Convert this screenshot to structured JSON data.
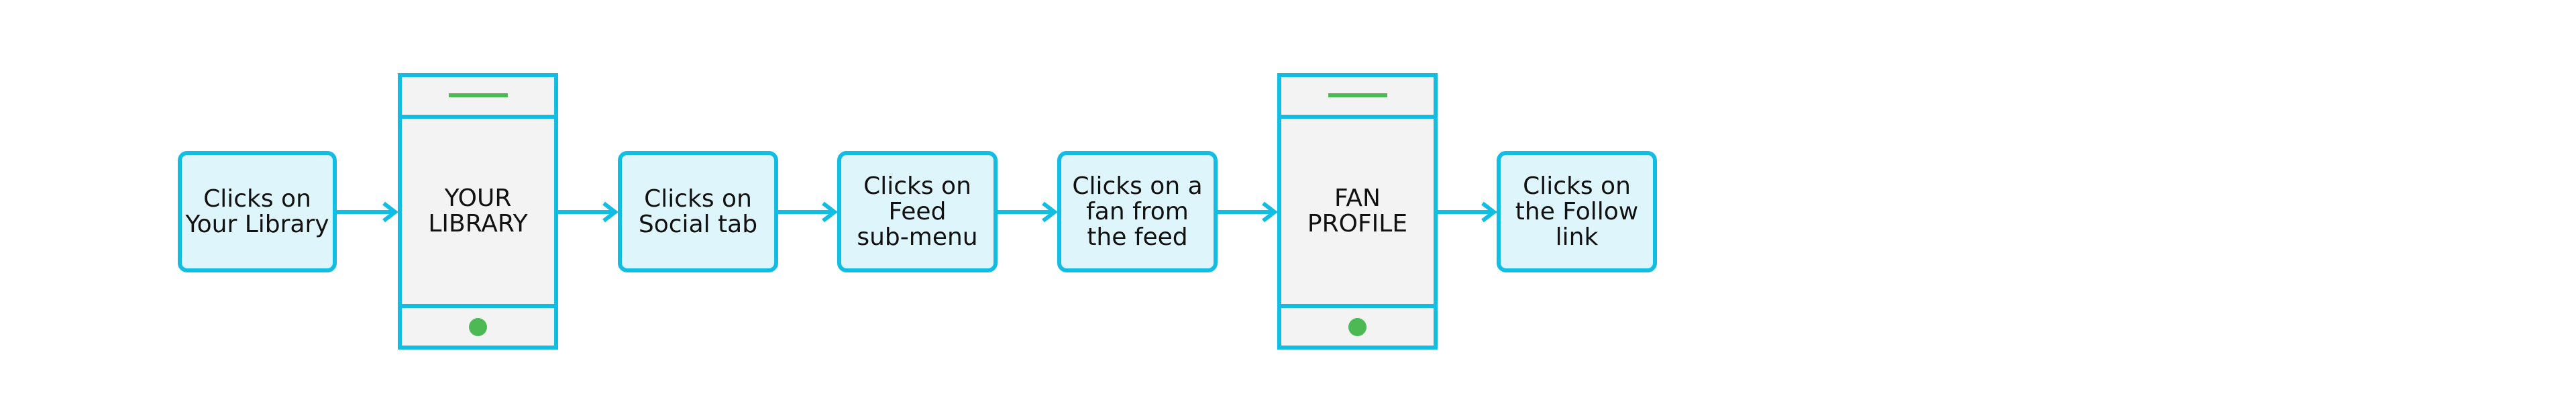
{
  "colors": {
    "outline": "#12bde4",
    "box_fill": "#def6fb",
    "phone_fill": "#f3f3f3",
    "phone_accent": "#4cb954",
    "arrow": "#12bde4"
  },
  "flow": [
    {
      "kind": "action",
      "label": "Clicks on\nYour Library"
    },
    {
      "kind": "screen",
      "label": "YOUR\nLIBRARY"
    },
    {
      "kind": "action",
      "label": "Clicks on\nSocial tab"
    },
    {
      "kind": "action",
      "label": "Clicks on\nFeed\nsub-menu"
    },
    {
      "kind": "action",
      "label": "Clicks on a\nfan from\nthe feed"
    },
    {
      "kind": "screen",
      "label": "FAN\nPROFILE"
    },
    {
      "kind": "action",
      "label": "Clicks on\nthe Follow\nlink"
    }
  ]
}
